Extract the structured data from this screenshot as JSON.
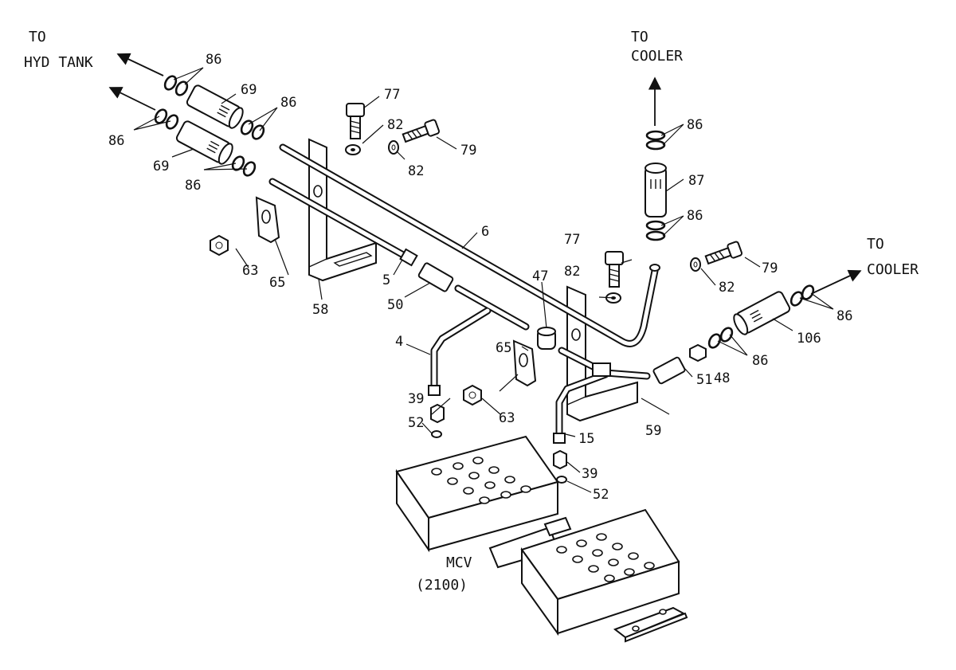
{
  "annotations": {
    "to_hyd_tank_1": "TO",
    "to_hyd_tank_2": "HYD TANK",
    "to_cooler_top_1": "TO",
    "to_cooler_top_2": "COOLER",
    "to_cooler_right_1": "TO",
    "to_cooler_right_2": "COOLER",
    "mcv_1": "MCV",
    "mcv_2": "(2100)"
  },
  "callouts": {
    "c86_a": "86",
    "c86_b": "86",
    "c86_c": "86",
    "c86_d": "86",
    "c86_e": "86",
    "c86_f": "86",
    "c86_g": "86",
    "c86_h": "86",
    "c69_a": "69",
    "c69_b": "69",
    "c77_a": "77",
    "c77_b": "77",
    "c82_a": "82",
    "c82_b": "82",
    "c82_c": "82",
    "c82_d": "82",
    "c79_a": "79",
    "c79_b": "79",
    "c87": "87",
    "c6": "6",
    "c5": "5",
    "c63_a": "63",
    "c63_b": "63",
    "c65_a": "65",
    "c65_b": "65",
    "c58": "58",
    "c50": "50",
    "c47": "47",
    "c4": "4",
    "c39_a": "39",
    "c39_b": "39",
    "c52_a": "52",
    "c52_b": "52",
    "c15": "15",
    "c59": "59",
    "c51": "51",
    "c48": "48",
    "c106": "106"
  }
}
